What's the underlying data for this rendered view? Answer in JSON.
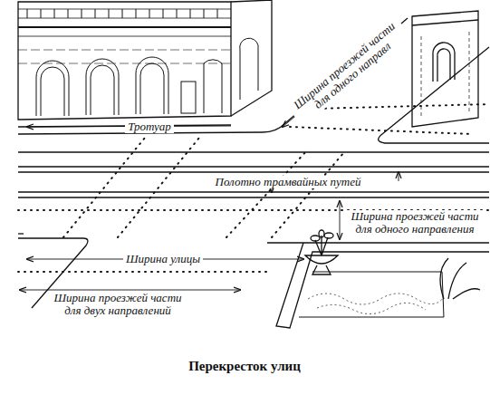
{
  "diagram": {
    "caption": "Перекресток улиц",
    "labels": [
      "Ширина проезжей части для одного направл",
      "Тротуар",
      "Полотно трамвайных путей",
      "Ширина проезжей части для одного направления",
      "Ширина улицы",
      "Ширина проезжей части для двух направлений"
    ]
  }
}
